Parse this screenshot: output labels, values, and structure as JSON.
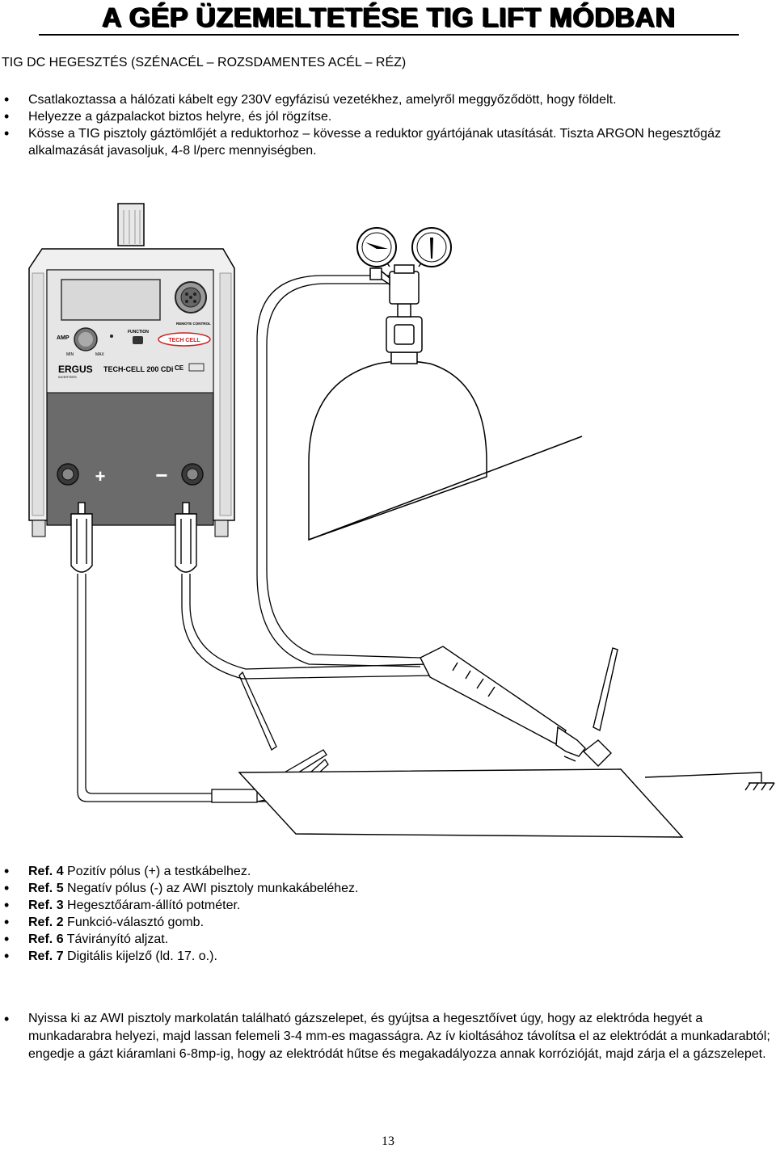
{
  "title": "A GÉP ÜZEMELTETÉSE TIG LIFT MÓDBAN",
  "subtitle": "TIG DC HEGESZTÉS (SZÉNACÉL – ROZSDAMENTES ACÉL – RÉZ)",
  "bullets": [
    "Csatlakoztassa a hálózati kábelt egy 230V egyfázisú vezetékhez, amelyről meggyőződött, hogy földelt.",
    "Helyezze a gázpalackot biztos helyre, és jól rögzítse.",
    "Kösse a TIG pisztoly gáztömlőjét a reduktorhoz – kövesse a reduktor gyártójának utasítását. Tiszta ARGON hegesztőgáz alkalmazását javasoljuk, 4-8 l/perc mennyiségben."
  ],
  "machine": {
    "amp_label": "AMP",
    "min_label": "MIN",
    "max_label": "MAX",
    "function_label": "FUNCTION",
    "remote_label": "REMOTE CONTROL",
    "logo": "TECH CELL",
    "brand": "ERGUS",
    "brand_sub": "INVERTERS",
    "model": "TECH-CELL 200 CDi",
    "ce": "CE",
    "plus": "+",
    "minus": "−"
  },
  "refs": [
    {
      "ref": "Ref.",
      "num": "4",
      "text": "Pozitív pólus (+) a testkábelhez."
    },
    {
      "ref": "Ref.",
      "num": "5",
      "text": "Negatív pólus (-) az AWI pisztoly munkakábeléhez."
    },
    {
      "ref": "Ref.",
      "num": "3",
      "text": "Hegesztőáram-állító potméter."
    },
    {
      "ref": "Ref.",
      "num": "2",
      "text": "Funkció-választó gomb."
    },
    {
      "ref": "Ref.",
      "num": "6",
      "text": "Távirányító aljzat."
    },
    {
      "ref": "Ref.",
      "num": "7",
      "text": "Digitális kijelző (ld. 17. o.)."
    }
  ],
  "final": "Nyissa ki az AWI pisztoly markolatán található gázszelepet, és gyújtsa a hegesztőívet úgy, hogy az elektróda hegyét a munkadarabra helyezi, majd lassan felemeli 3-4 mm-es magasságra. Az ív kioltásához távolítsa el az elektródát a munkadarabtól; engedje a gázt kiáramlani 6-8mp-ig, hogy az elektródát hűtse és megakadályozza annak korrózióját, majd zárja el a gázszelepet.",
  "page_number": "13",
  "colors": {
    "panel": "#6b6b6b",
    "panel_dark": "#4a4a4a",
    "housing": "#f2f2f2",
    "text": "#000000",
    "logo_red": "#cc2222"
  }
}
